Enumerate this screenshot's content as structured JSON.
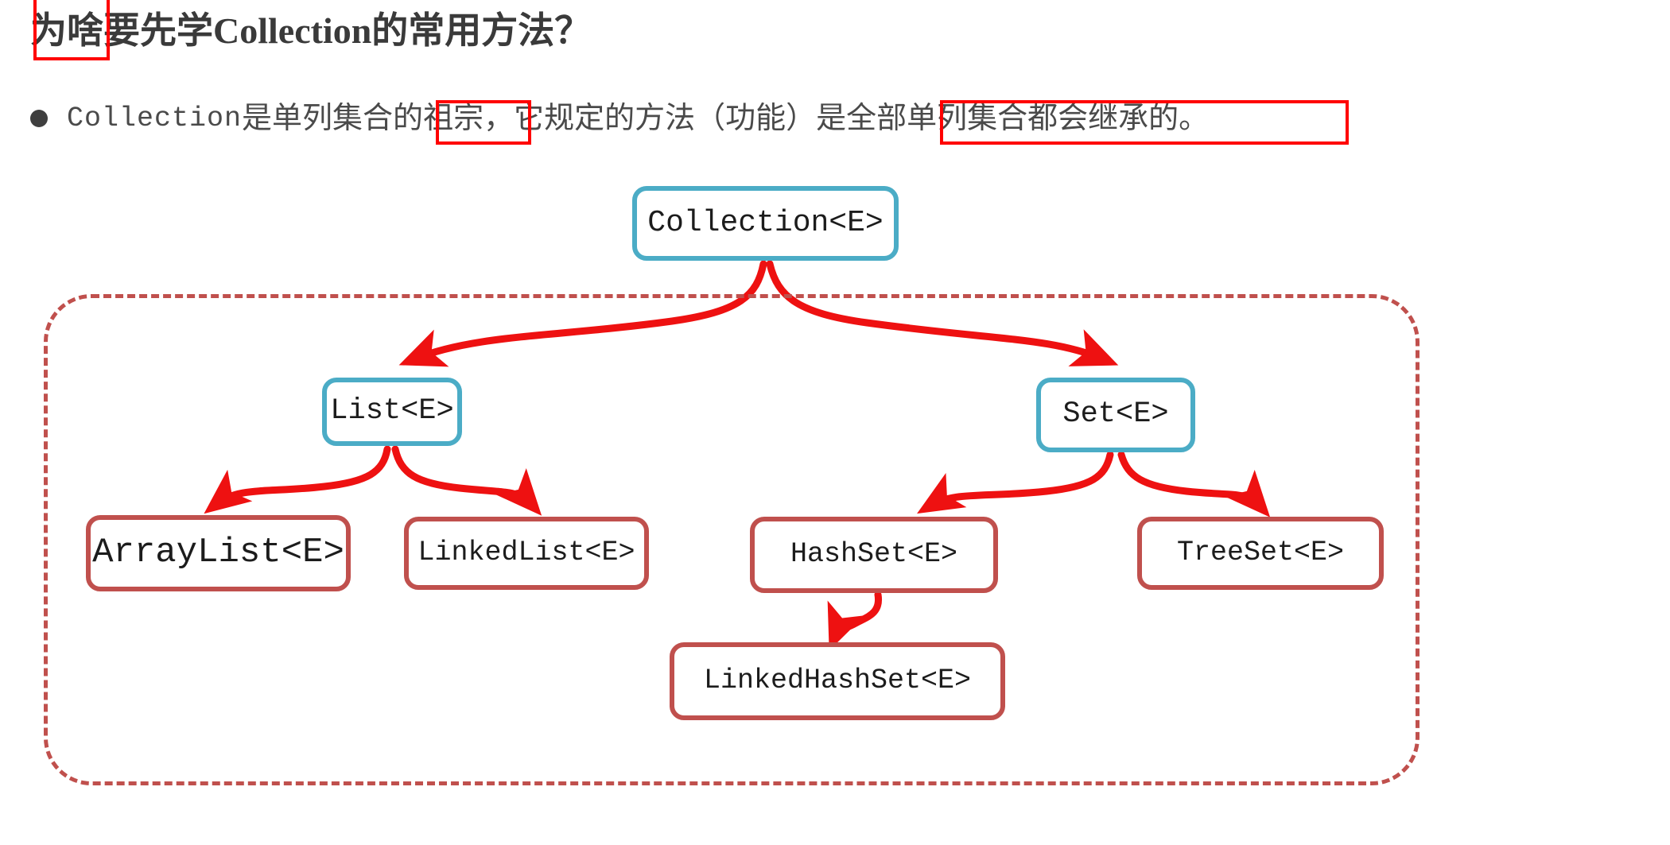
{
  "slide": {
    "title": "为啥要先学Collection的常用方法？",
    "bullet": {
      "marker": "bullet-dot",
      "segment_1": "Collection",
      "segment_2": "是单列集合的",
      "segment_3_highlighted": "祖宗，",
      "segment_4": "它规定的方法（功能）是",
      "segment_5_highlighted": "全部单列集合都会继承的。"
    },
    "annotations": {
      "title_highlight": "为啥",
      "box_color": "#ff0000"
    }
  },
  "diagram": {
    "type": "class-hierarchy",
    "colors": {
      "interface_border": "#4bacc6",
      "class_border": "#c0504d",
      "arrow": "#ee1111",
      "group_border": "#c0504d"
    },
    "nodes": [
      {
        "id": "collection",
        "label": "Collection<E>",
        "kind": "interface"
      },
      {
        "id": "list",
        "label": "List<E>",
        "kind": "interface"
      },
      {
        "id": "set",
        "label": "Set<E>",
        "kind": "interface"
      },
      {
        "id": "arraylist",
        "label": "ArrayList<E>",
        "kind": "class"
      },
      {
        "id": "linkedlist",
        "label": "LinkedList<E>",
        "kind": "class"
      },
      {
        "id": "hashset",
        "label": "HashSet<E>",
        "kind": "class"
      },
      {
        "id": "treeset",
        "label": "TreeSet<E>",
        "kind": "class"
      },
      {
        "id": "linkedhashset",
        "label": "LinkedHashSet<E>",
        "kind": "class"
      }
    ],
    "edges": [
      {
        "from": "collection",
        "to": "list"
      },
      {
        "from": "collection",
        "to": "set"
      },
      {
        "from": "list",
        "to": "arraylist"
      },
      {
        "from": "list",
        "to": "linkedlist"
      },
      {
        "from": "set",
        "to": "hashset"
      },
      {
        "from": "set",
        "to": "treeset"
      },
      {
        "from": "hashset",
        "to": "linkedhashset"
      }
    ],
    "group": {
      "style": "dashed-rounded-rectangle",
      "contains": [
        "list",
        "set",
        "arraylist",
        "linkedlist",
        "hashset",
        "treeset",
        "linkedhashset"
      ]
    }
  }
}
